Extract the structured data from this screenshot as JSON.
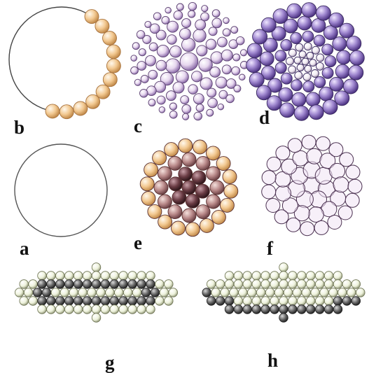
{
  "panels": {
    "a": {
      "label": "a",
      "pattern": "empty-ring",
      "particles": 0
    },
    "b": {
      "label": "b",
      "pattern": "ring-partial-fill",
      "particle_color": "#e8b070"
    },
    "c": {
      "label": "c",
      "pattern": "disc-random-sizes",
      "particle_color": "#c9a8d8"
    },
    "d": {
      "label": "d",
      "pattern": "disc-large-outer-small-inner",
      "particle_color": "#9070c0"
    },
    "e": {
      "label": "e",
      "pattern": "disc-dark-core-light-shell",
      "core_color": "#5a3038",
      "shell_color": "#f0c890"
    },
    "f": {
      "label": "f",
      "pattern": "disc-hollow-overlap",
      "particle_color": "#e8d8ec"
    },
    "g": {
      "label": "g",
      "pattern": "lens-dark-inner-ring",
      "outer_color": "#e6ecd0",
      "inner_color": "#555555"
    },
    "h": {
      "label": "h",
      "pattern": "lens-dark-lower-layers",
      "outer_color": "#e6ecd0",
      "inner_color": "#444444"
    }
  }
}
